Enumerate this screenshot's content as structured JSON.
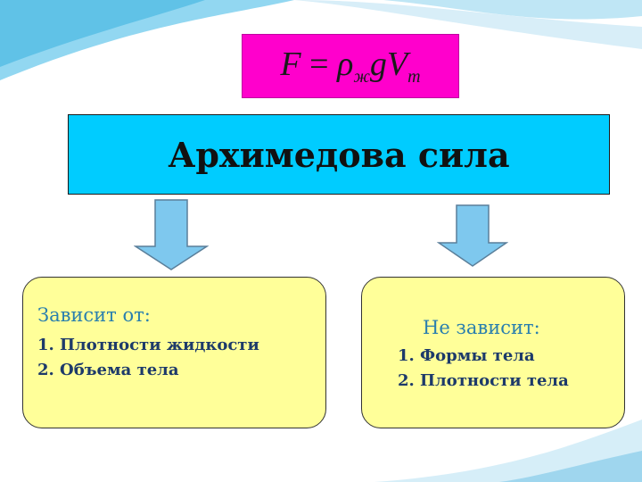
{
  "formula": {
    "lhs": "F",
    "eq": " = ",
    "rho": "ρ",
    "rho_sub": "ж",
    "g": "g",
    "v": "V",
    "v_sub": "т"
  },
  "title": "Архимедова сила",
  "depends": {
    "heading": "Зависит от:",
    "items": [
      "1. Плотности жидкости",
      "2. Объема тела"
    ]
  },
  "independent": {
    "heading": "Не зависит:",
    "items": [
      "1. Формы тела",
      "2. Плотности тела"
    ]
  },
  "colors": {
    "formula_bg": "#ff00cc",
    "title_bg": "#00ccff",
    "panel_bg": "#ffff99",
    "arrow": "#7ec8ee",
    "heading": "#2a7fae"
  }
}
